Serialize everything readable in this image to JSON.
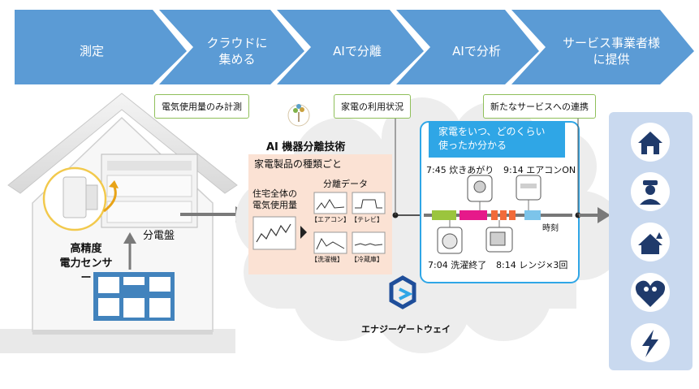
{
  "steps": [
    {
      "label": "測定"
    },
    {
      "label": "クラウドに\n集める"
    },
    {
      "label": "AIで分離"
    },
    {
      "label": "AIで分析"
    },
    {
      "label": "サービス事業者様\nに提供"
    }
  ],
  "callouts": {
    "measure": "電気使用量のみ計測",
    "usage": "家電の利用状況",
    "service": "新たなサービスへの連携"
  },
  "house": {
    "sensor_label": "高精度\n電力センサー",
    "panel_label": "分電盤"
  },
  "ai": {
    "title": "AI 機器分離技術",
    "subtitle": "家電製品の種類ごと",
    "separated_label": "分離データ",
    "whole_house_label": "住宅全体の\n電気使用量",
    "appliances": [
      "【エアコン】",
      "【テレビ】",
      "【洗濯機】",
      "【冷蔵庫】"
    ]
  },
  "analysis": {
    "header": "家電をいつ、どのくらい\n使ったか分かる",
    "events_top": [
      "7:45 炊きあがり",
      "9:14 エアコンON"
    ],
    "events_bottom": [
      "7:04 洗濯終了",
      "8:14 レンジ×3回"
    ],
    "time_label": "時刻"
  },
  "brand": {
    "name": "エナジーゲートウェイ"
  },
  "services": {
    "icons": [
      "house-icon",
      "security-guard-icon",
      "home-alert-icon",
      "family-heart-icon",
      "lightning-icon"
    ]
  },
  "colors": {
    "step_blue": "#5b9bd5",
    "callout_green": "#8fbf5a",
    "highlight_blue": "#2fa6e6",
    "panel_peach": "#fbe2d4",
    "service_bg": "#c9d9ef",
    "icon_navy": "#1f3a6b",
    "seg_green": "#9bc53d",
    "seg_magenta": "#e6198a",
    "seg_orange": "#f26b3a",
    "seg_blue": "#7cc4ea"
  }
}
